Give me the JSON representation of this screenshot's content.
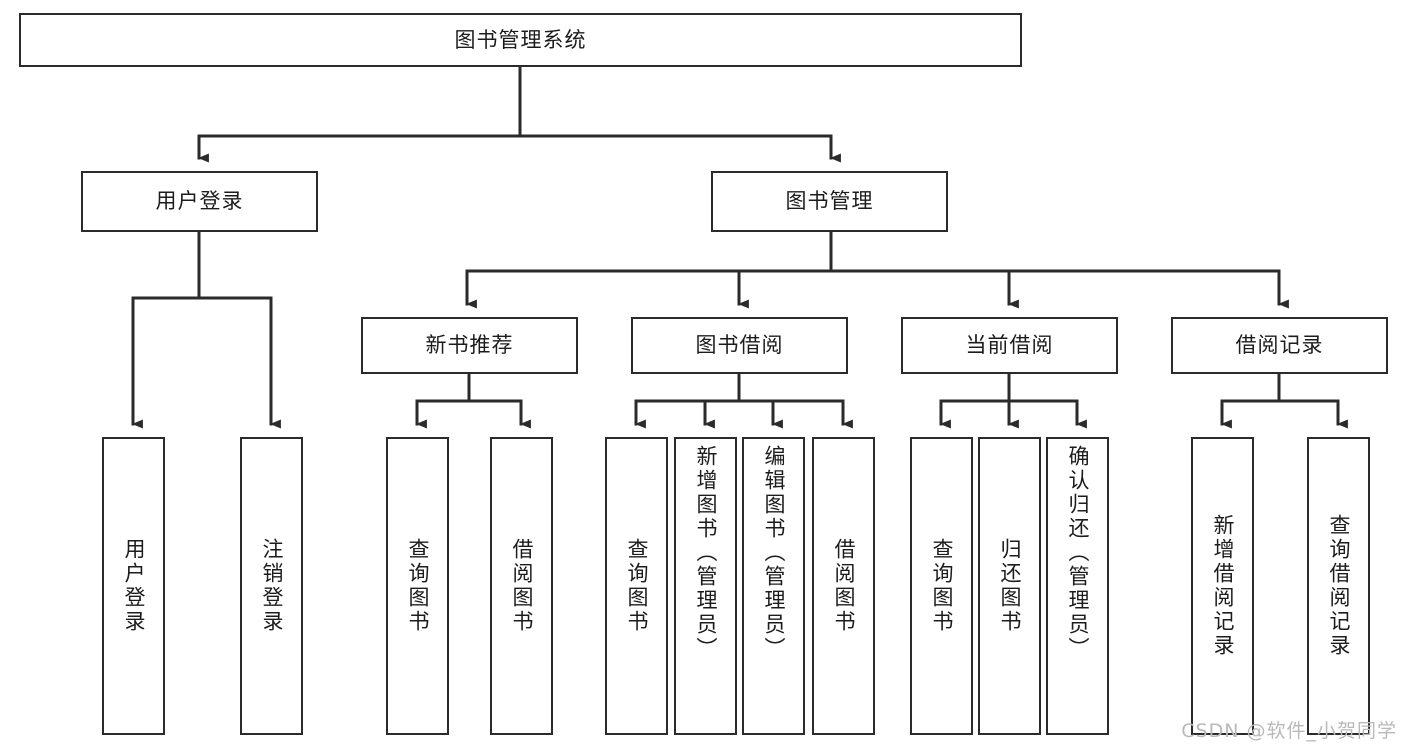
{
  "diagram": {
    "title": "图书管理系统",
    "type": "tree",
    "watermark": "CSDN @软件_小贺同学",
    "colors": {
      "box_border": "#2b2b2b",
      "box_fill": "#ffffff",
      "edge": "#2b2b2b",
      "text": "#1c1c1c",
      "watermark": "#b9b9b9"
    },
    "nodes": {
      "root": {
        "label": "图书管理系统",
        "level": 0
      },
      "l1": [
        {
          "id": "user-login",
          "label": "用户登录",
          "level": 1
        },
        {
          "id": "book-manage",
          "label": "图书管理",
          "level": 1
        }
      ],
      "l2": [
        {
          "id": "new-book-rec",
          "label": "新书推荐",
          "level": 2,
          "parent": "book-manage"
        },
        {
          "id": "book-borrow",
          "label": "图书借阅",
          "level": 2,
          "parent": "book-manage"
        },
        {
          "id": "current-borrow",
          "label": "当前借阅",
          "level": 2,
          "parent": "book-manage"
        },
        {
          "id": "borrow-record",
          "label": "借阅记录",
          "level": 2,
          "parent": "book-manage"
        }
      ],
      "leaves": [
        {
          "id": "leaf-user-login",
          "label": "用户登录",
          "parent": "user-login"
        },
        {
          "id": "leaf-user-logout",
          "label": "注销登录",
          "parent": "user-login"
        },
        {
          "id": "leaf-query-book-1",
          "label": "查询图书",
          "parent": "new-book-rec"
        },
        {
          "id": "leaf-borrow-book-1",
          "label": "借阅图书",
          "parent": "new-book-rec"
        },
        {
          "id": "leaf-query-book-2",
          "label": "查询图书",
          "parent": "book-borrow"
        },
        {
          "id": "leaf-add-book",
          "label": "新增图书（管理员）",
          "parent": "book-borrow"
        },
        {
          "id": "leaf-edit-book",
          "label": "编辑图书（管理员）",
          "parent": "book-borrow"
        },
        {
          "id": "leaf-borrow-book-2",
          "label": "借阅图书",
          "parent": "book-borrow"
        },
        {
          "id": "leaf-query-book-3",
          "label": "查询图书",
          "parent": "current-borrow"
        },
        {
          "id": "leaf-return-book",
          "label": "归还图书",
          "parent": "current-borrow"
        },
        {
          "id": "leaf-confirm-return",
          "label": "确认归还（管理员）",
          "parent": "current-borrow"
        },
        {
          "id": "leaf-add-record",
          "label": "新增借阅记录",
          "parent": "borrow-record"
        },
        {
          "id": "leaf-query-record",
          "label": "查询借阅记录",
          "parent": "borrow-record"
        }
      ]
    }
  }
}
